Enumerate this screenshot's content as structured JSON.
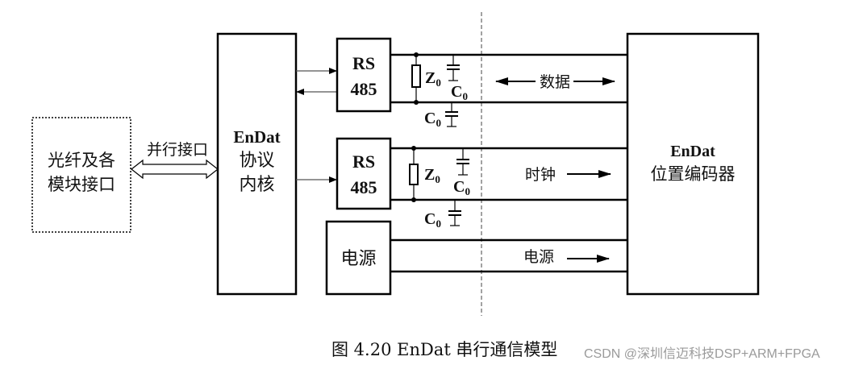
{
  "diagram": {
    "left_module": {
      "label_lines": [
        "光纤及各",
        "模块接口"
      ],
      "border_style": "dotted"
    },
    "parallel_interface": {
      "label": "并行接口",
      "arrow": "double-hollow-arrow"
    },
    "core": {
      "title": "EnDat",
      "label_lines": [
        "协议",
        "内核"
      ]
    },
    "transceivers": [
      {
        "label_lines": [
          "RS",
          "485"
        ],
        "signal": "数据",
        "direction": "bidirectional",
        "termination": {
          "resistor": "Z",
          "resistor_sub": "0",
          "capacitor_a": "C",
          "capacitor_a_sub": "0",
          "capacitor_b": "C",
          "capacitor_b_sub": "0"
        }
      },
      {
        "label_lines": [
          "RS",
          "485"
        ],
        "signal": "时钟",
        "direction": "to-encoder",
        "termination": {
          "resistor": "Z",
          "resistor_sub": "0",
          "capacitor_a": "C",
          "capacitor_a_sub": "0",
          "capacitor_b": "C",
          "capacitor_b_sub": "0"
        }
      }
    ],
    "power": {
      "label": "电源",
      "signal": "电源",
      "direction": "to-encoder"
    },
    "encoder": {
      "title": "EnDat",
      "label": "位置编码器"
    },
    "divider": {
      "style": "dashed"
    }
  },
  "caption": "图 4.20 EnDat 串行通信模型",
  "watermark": "CSDN @深圳信迈科技DSP+ARM+FPGA",
  "colors": {
    "line": "#000000",
    "thin_line": "#555555",
    "text": "#111111",
    "watermark": "#9a9a9a",
    "background": "#ffffff"
  }
}
